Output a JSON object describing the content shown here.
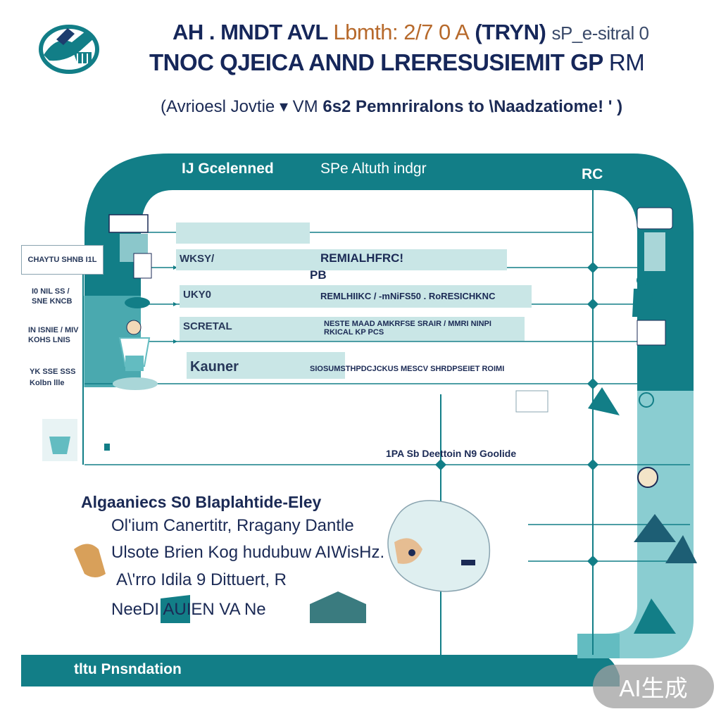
{
  "header": {
    "title_line1": {
      "part1": "AH  . MNDT AVL",
      "part2": "Lbmth: 2/7 0 A",
      "part3": "(TRYN)",
      "part4": "sP_e-sitral 0"
    },
    "title_line2": {
      "part1": "TNOC QJEICA ANND LRERESUSIEMIT GP",
      "part2": "RM"
    },
    "subtitle": {
      "part1": "(Avrioesl  Jovtie ▾ VM ",
      "part2": "6s2 Pemnriralons to \\Naadzatiome! ' )"
    }
  },
  "diagram": {
    "header_left": "IJ Gcelenned",
    "header_mid": "SPe Altuth indgr",
    "header_right": "RC",
    "rows": [
      {
        "label": "",
        "text": ""
      },
      {
        "label": "WKSY/",
        "text": "REMIALHFRC!"
      },
      {
        "label": "UKY0",
        "text": "REMLHIIKC / -mNiFS50 . RoRESICHKNC"
      },
      {
        "label": "SCRETAL",
        "text": "NESTE MAAD AMKRFSE SRAIR / MMRI NINPI RKICAL KP PCS"
      },
      {
        "label": "Kauner",
        "text": "SIOSUMSTHPDCJCKUS MESCV SHRDPSEIET ROIMI"
      }
    ],
    "row1_sub": "PB",
    "left_box": "CHAYTU SHNB I1L",
    "left_notes": [
      "I0 NIL SS  /",
      "SNE KNCB",
      "IN ISNIE / MIV",
      "KOHS LNIS",
      "YK SSE SSS",
      "Kolbn llle"
    ],
    "note_mid": "1PA Sb Deettoin  N9 Goolide",
    "lower_title": "Algaaniecs S0 Blaplahtide-Eley",
    "lower_lines": [
      "Ol'ium Canertitr, Rragany Dantle",
      "Ulsote Brien  Kog hudubuw AIWisHz.",
      "A\\'rro Idila    9 Dittuert, R",
      "NeeDI     AUIEN VA Ne"
    ],
    "footer": "tltu Pnsndation",
    "watermark": "AI生成"
  },
  "colors": {
    "teal": "#127e87",
    "teal_light": "#63bcc1",
    "band": "#c9e6e6",
    "navy": "#16275a",
    "orange": "#b76a2c",
    "badge": "#a0a0a0"
  }
}
